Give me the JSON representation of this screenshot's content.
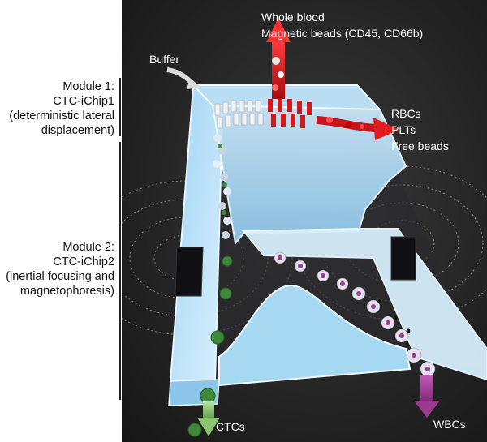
{
  "left_labels": {
    "module1": "Module 1:\nCTC-iChip1\n(deterministic lateral\ndisplacement)",
    "module2": "Module 2:\nCTC-iChip2\n(inertial focusing and\nmagnetophoresis)"
  },
  "scene_labels": {
    "whole_blood": "Whole blood",
    "magnetic_beads": "Magnetic beads (CD45, CD66b)",
    "buffer": "Buffer",
    "rbcs": "RBCs",
    "plts": "PLTs",
    "free_beads": "Free beads",
    "ctcs": "CTCs",
    "wbcs": "WBCs"
  },
  "colors": {
    "background": "#1c1c1c",
    "channel": "#bfe4f7",
    "channel_edge": "#e9f7ff",
    "rbc_red": "#c8141b",
    "ctc_green": "#3e8a3a",
    "wbc_purple": "#9b3a8f",
    "magnet": "#0f0f12",
    "arrow_red": "#d11a1a",
    "arrow_purple": "#a3409a",
    "arrow_green": "#6fae58"
  }
}
